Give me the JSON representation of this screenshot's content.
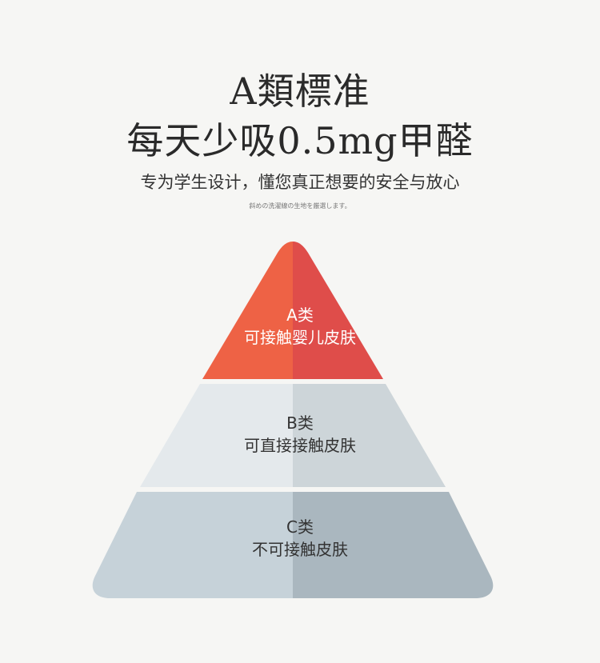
{
  "title": {
    "line1": "A類標准",
    "line2": "每天少吸0.5mg甲醛"
  },
  "subtitle": "专为学生设计，懂您真正想要的安全与放心",
  "tiny_text": "斜めの洗濯線の生地を厳選します。",
  "colors": {
    "tier_a_left": "#ee6245",
    "tier_a_right": "#df4d4a",
    "tier_b_left": "#e4e9ec",
    "tier_b_right": "#cdd5d9",
    "tier_c_left": "#c6d2d9",
    "tier_c_right": "#aab7bf"
  },
  "pyramid": [
    {
      "tier": "A类",
      "desc": "可接触婴儿皮肤"
    },
    {
      "tier": "B类",
      "desc": "可直接接触皮肤"
    },
    {
      "tier": "C类",
      "desc": "不可接触皮肤"
    }
  ]
}
